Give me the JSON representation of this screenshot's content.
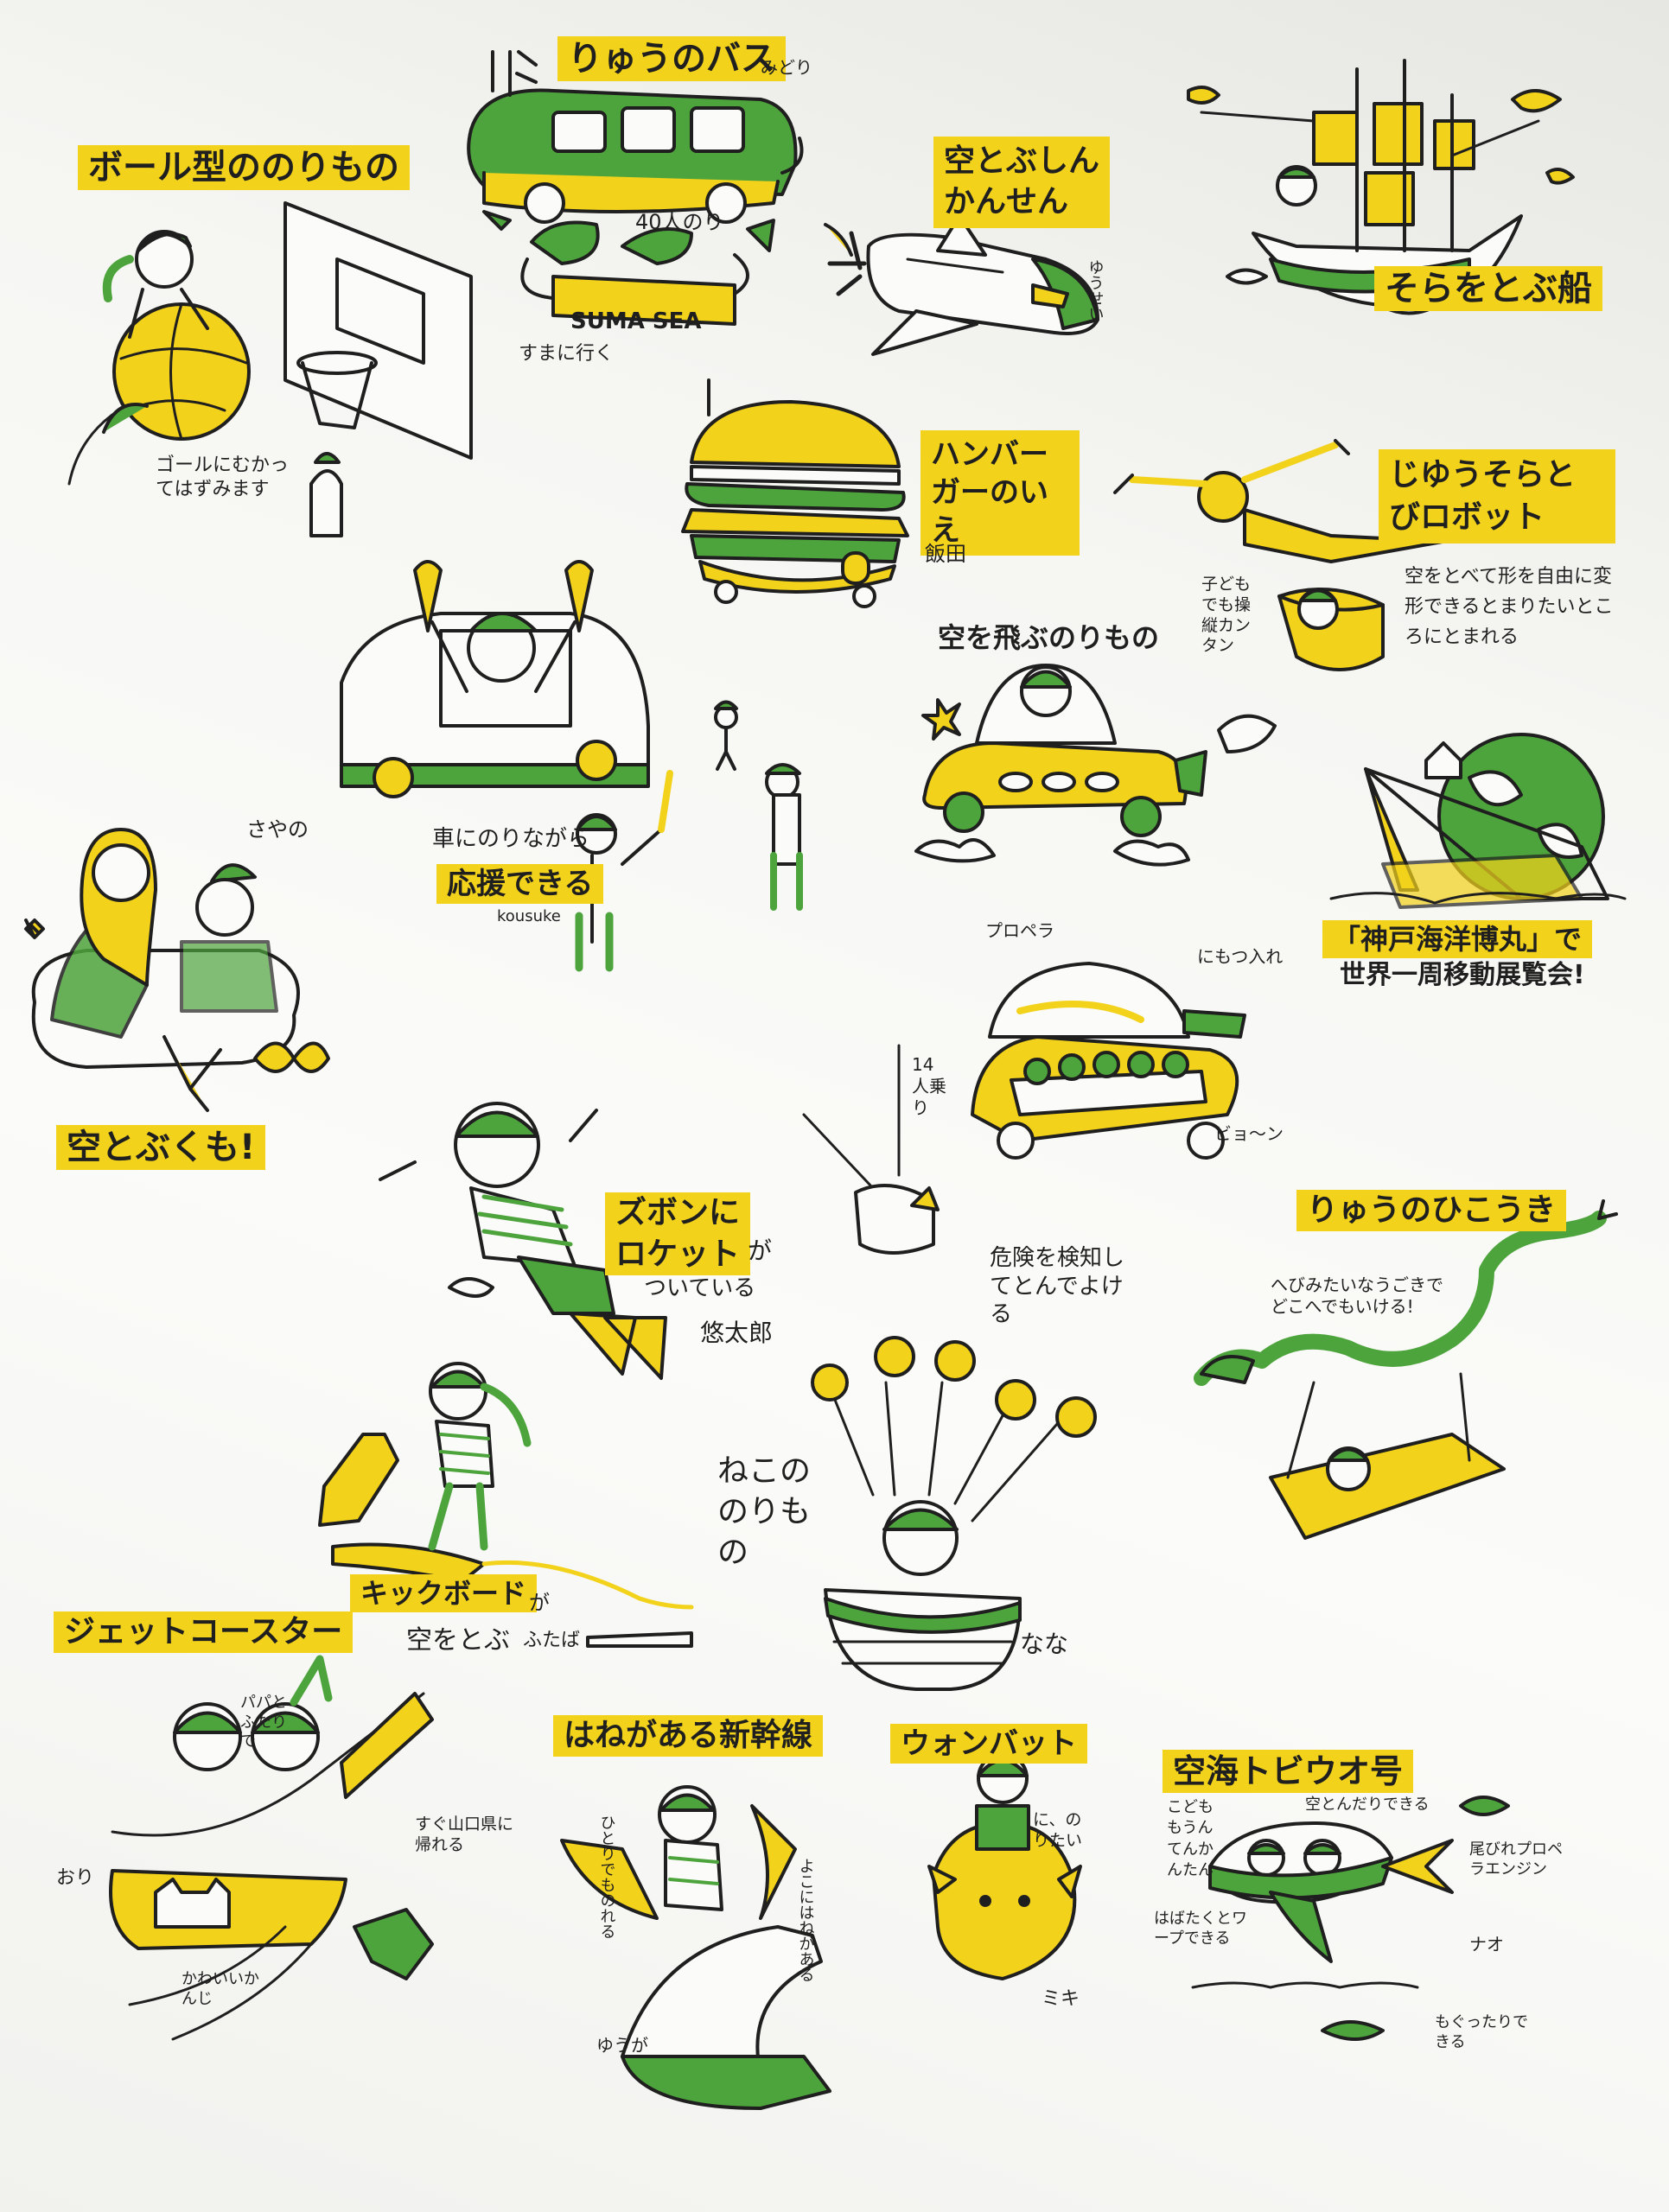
{
  "colors": {
    "yellow": "#f3d21b",
    "green": "#4ea43c",
    "ink": "#1f1f1f",
    "paper": "#f7f7f5"
  },
  "titles": {
    "ball": "ボール型ののりもの",
    "ryu_bus": "りゅうのバス",
    "sora_shinkansen": "空とぶしんかんせん",
    "sora_fune": "そらをとぶ船",
    "hamburger": "ハンバーガーのいえ",
    "robot": "じゆうそらとびロボット",
    "sora_norimono": "空を飛ぶのりもの",
    "ouen": "応援できる",
    "kobe": "「神戸海洋博丸」で",
    "kumo": "空とぶくも!",
    "rocket": "ロケット",
    "zubon": "ズボンに",
    "ryu_hikouki": "りゅうのひこうき",
    "kickboard": "キックボード",
    "jet": "ジェットコースター",
    "hane": "はねがある新幹線",
    "wombat": "ウォンバット",
    "toviou": "空海トビウオ号"
  },
  "notes": {
    "midori": "みどり",
    "yonjuu": "40人のり",
    "sumasea": "SUMA SEA",
    "suma_iku": "すまに行く",
    "yuusei": "ゆうせい",
    "goal": "ゴールにむかってはずみます",
    "iida": "飯田",
    "robot_desc": "空をとべて形を自由に変形できるとまりたいところにとまれる",
    "kodomo": "子どもでも操縦カンタン",
    "sekai": "世界一周移動展覧会!",
    "kuruma": "車にのりながら",
    "kousuke": "kousuke",
    "sayano": "さやの",
    "propeller": "プロペラ",
    "nimotsu": "にもつ入れ",
    "juuyon": "14人乗り",
    "kiken": "危険を検知してとんでよける",
    "byon": "ビョ〜ン",
    "tsuiteiru": "ついている",
    "ga1": "が",
    "yuutarou": "悠太郎",
    "hebi": "へびみたいなうごきでどこへでもいける!",
    "neko": "ねこののりもの",
    "nana": "なな",
    "ga2": "が",
    "sorawotobu": "空をとぶ",
    "futaba": "ふたば",
    "papa": "パパとふたりで",
    "yamaguchi": "すぐ山口県に帰れる",
    "kawaii": "かわいいかんじ",
    "ori": "おり",
    "hitori": "ひとりでものれる",
    "yoko": "よこにはねがある",
    "yuuga": "ゆうが",
    "wombat_noritai": "に、のりたい",
    "miki": "ミキ",
    "kodomo_unten": "こどももうんてんかんたん",
    "sora_tonde": "空とんだりできる",
    "obire": "尾びれプロペラエンジン",
    "habataku": "はばたくとワープできる",
    "nao": "ナオ",
    "moguttari": "もぐったりできる"
  }
}
